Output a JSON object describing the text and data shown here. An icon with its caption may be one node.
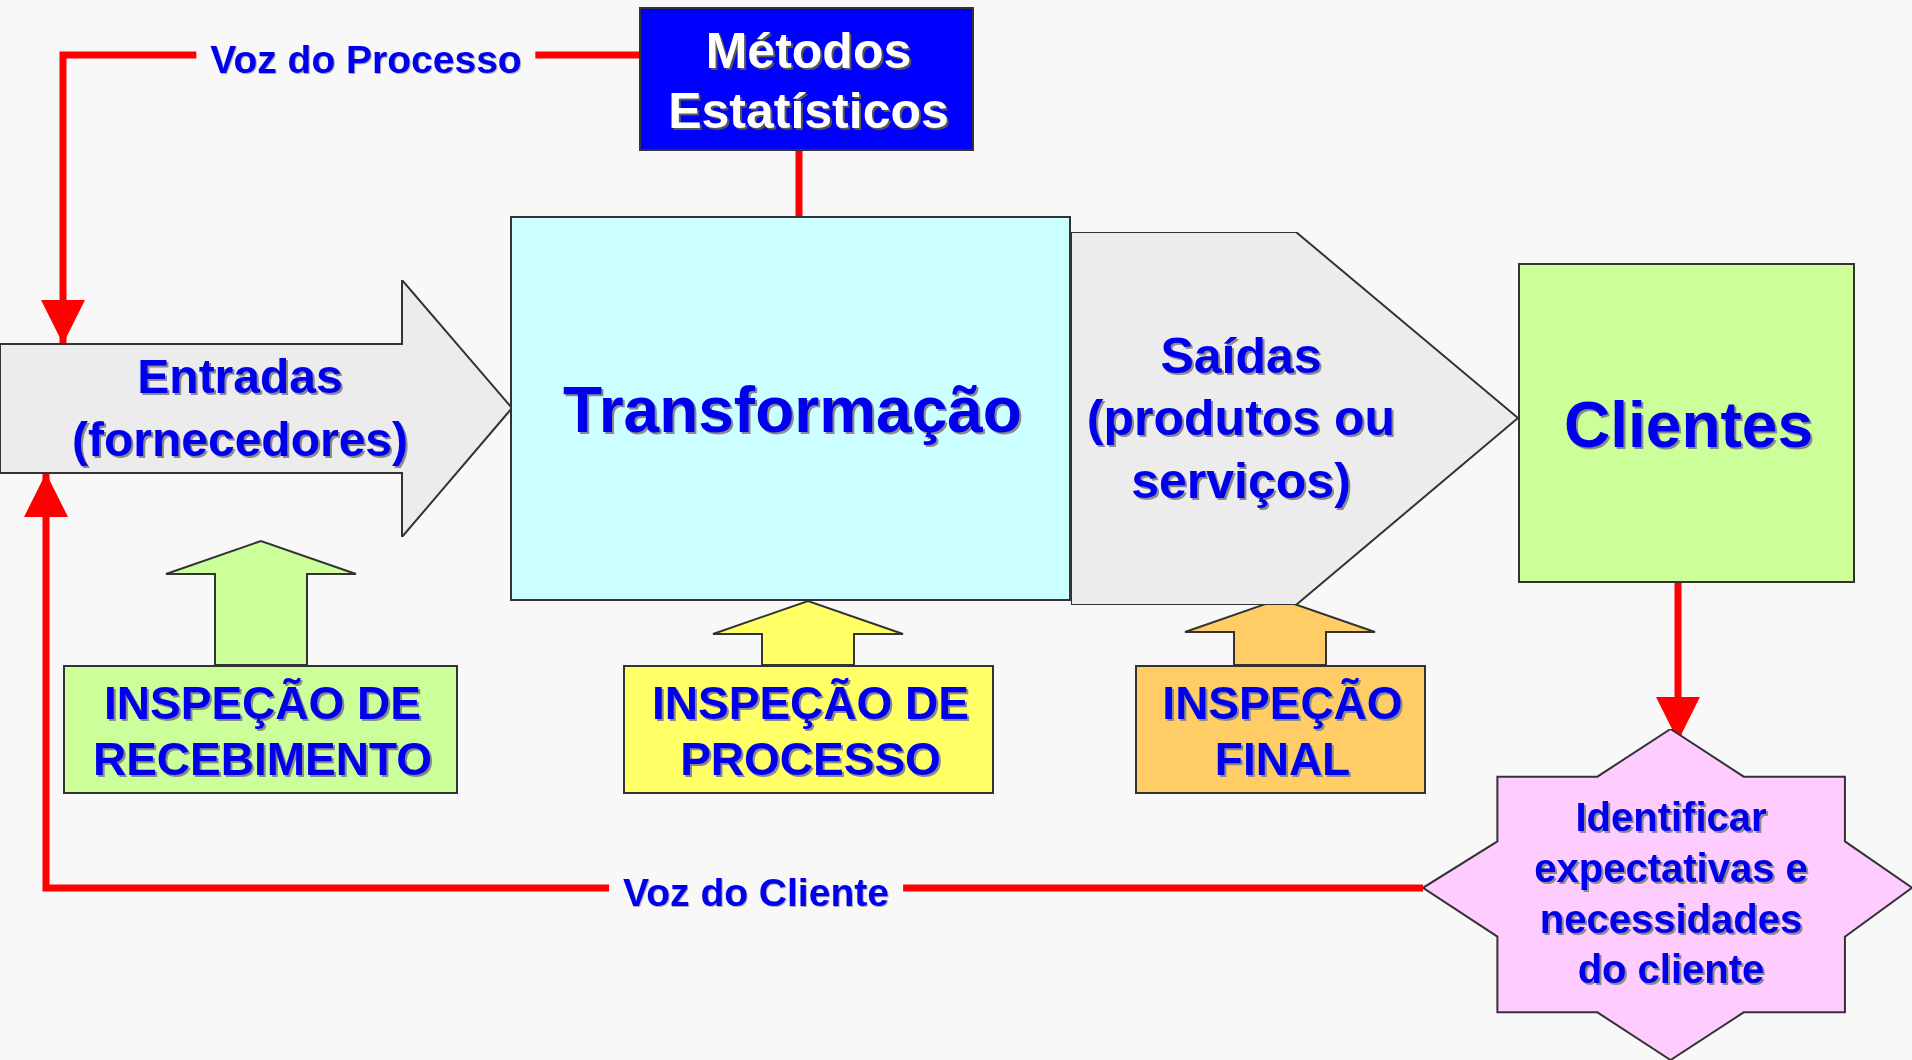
{
  "diagram": {
    "nodes": [
      {
        "text": [
          "Métodos Estatísticos"
        ]
      },
      {
        "text": [
          "Entradas (fornecedores)"
        ]
      },
      {
        "text": [
          "Transformação"
        ]
      },
      {
        "text": [
          "Saídas (produtos ou serviços)"
        ]
      },
      {
        "text": [
          "Clientes"
        ]
      },
      {
        "text": [
          "INSPEÇÃO DE RECEBIMENTO"
        ]
      },
      {
        "text": [
          "INSPEÇÃO DE PROCESSO"
        ]
      },
      {
        "text": [
          "INSPEÇÃO FINAL"
        ]
      },
      {
        "text": [
          "Identificar expectativas e necessidades do cliente"
        ]
      }
    ],
    "edges": [
      {
        "from": 0,
        "to": 1,
        "arrow": "to",
        "label": "Voz do Processo"
      },
      {
        "from": 2,
        "to": 0,
        "arrow": "none"
      },
      {
        "from": 4,
        "to": 8,
        "arrow": "to"
      },
      {
        "from": 8,
        "to": 1,
        "arrow": "to",
        "label": "Voz do Cliente"
      },
      {
        "from": 5,
        "to": 1,
        "arrow": "to",
        "style": "thick",
        "color": "#ccff99"
      },
      {
        "from": 6,
        "to": 2,
        "arrow": "to",
        "style": "thick",
        "color": "#ffff66"
      },
      {
        "from": 7,
        "to": 3,
        "arrow": "to",
        "style": "thick",
        "color": "#ffcc66"
      }
    ]
  }
}
